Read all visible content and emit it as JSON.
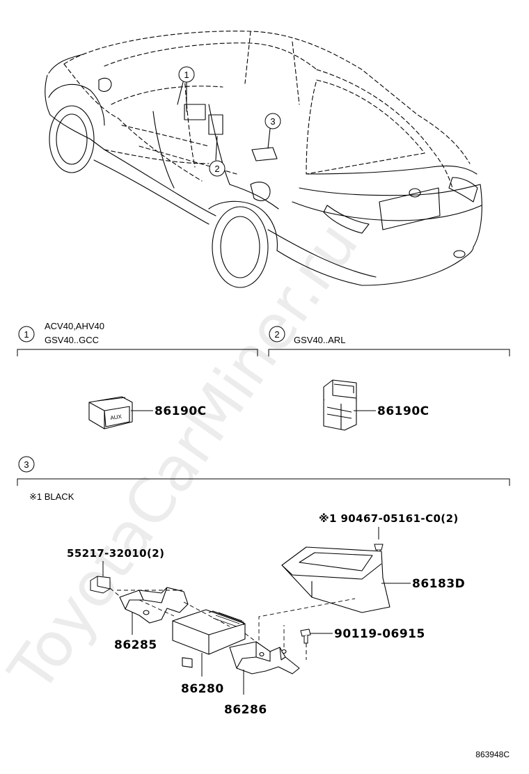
{
  "watermark": "ToyotaCarMiner.ru",
  "overview": {
    "callouts": [
      "1",
      "2",
      "3"
    ]
  },
  "sections": [
    {
      "num": "1",
      "models": [
        "ACV40,AHV40",
        "GSV40..GCC"
      ],
      "parts": [
        {
          "number": "86190C",
          "switch_text": "AUX"
        }
      ]
    },
    {
      "num": "2",
      "models": [
        "GSV40..ARL"
      ],
      "parts": [
        {
          "number": "86190C"
        }
      ]
    },
    {
      "num": "3",
      "note": "※1 BLACK",
      "parts": [
        {
          "number": "※1 90467-05161-C0(2)"
        },
        {
          "number": "55217-32010(2)"
        },
        {
          "number": "86183D"
        },
        {
          "number": "90119-06915"
        },
        {
          "number": "86285"
        },
        {
          "number": "86280"
        },
        {
          "number": "86286"
        }
      ]
    }
  ],
  "footer": {
    "drawing_id": "863948C"
  }
}
